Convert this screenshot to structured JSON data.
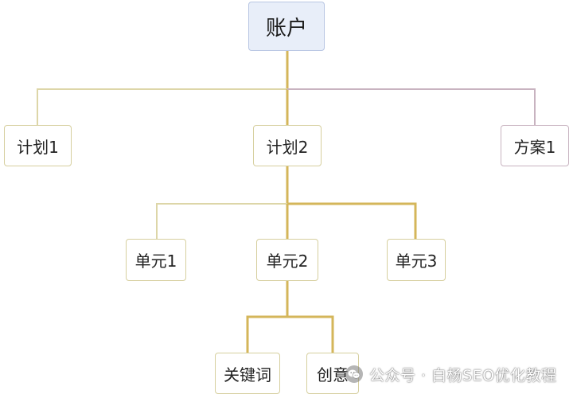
{
  "diagram": {
    "nodes": {
      "root": "账户",
      "plan1": "计划1",
      "plan2": "计划2",
      "scheme1": "方案1",
      "unit1": "单元1",
      "unit2": "单元2",
      "unit3": "单元3",
      "keyword": "关键词",
      "creative": "创意"
    },
    "colors": {
      "connector_main": "#d4b65a",
      "connector_light": "#ddd6a8",
      "connector_alt": "#c8b3c0",
      "root_fill": "#e8eef9"
    }
  },
  "watermark": {
    "text": "公众号 · 白杨SEO优化教程",
    "icon": "wechat-icon"
  }
}
